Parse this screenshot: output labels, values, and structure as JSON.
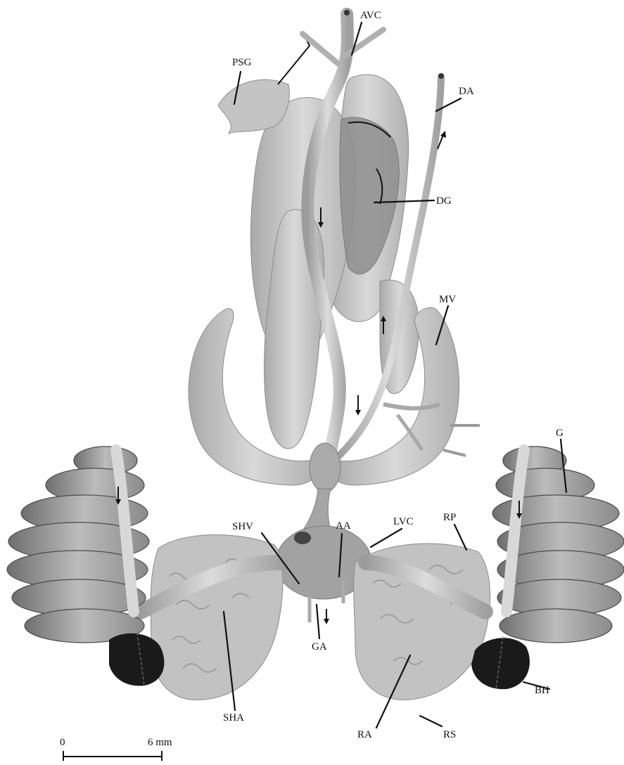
{
  "labels": {
    "avc": "AVC",
    "psg": "PSG",
    "da": "DA",
    "dg": "DG",
    "mv": "MV",
    "g": "G",
    "rp": "RP",
    "lvc": "LVC",
    "aa": "AA",
    "shv": "SHV",
    "ga": "GA",
    "bh": "BH",
    "sha": "SHA",
    "ra": "RA",
    "rs": "RS"
  },
  "scale_bar": {
    "start": "0",
    "end": "6 mm"
  },
  "colors": {
    "organ": "#c8c8c8",
    "organ_dark": "#9a9a9a",
    "vessel": "#b4b4b4",
    "heart": "#1a1a1a",
    "ink": "#111111"
  }
}
